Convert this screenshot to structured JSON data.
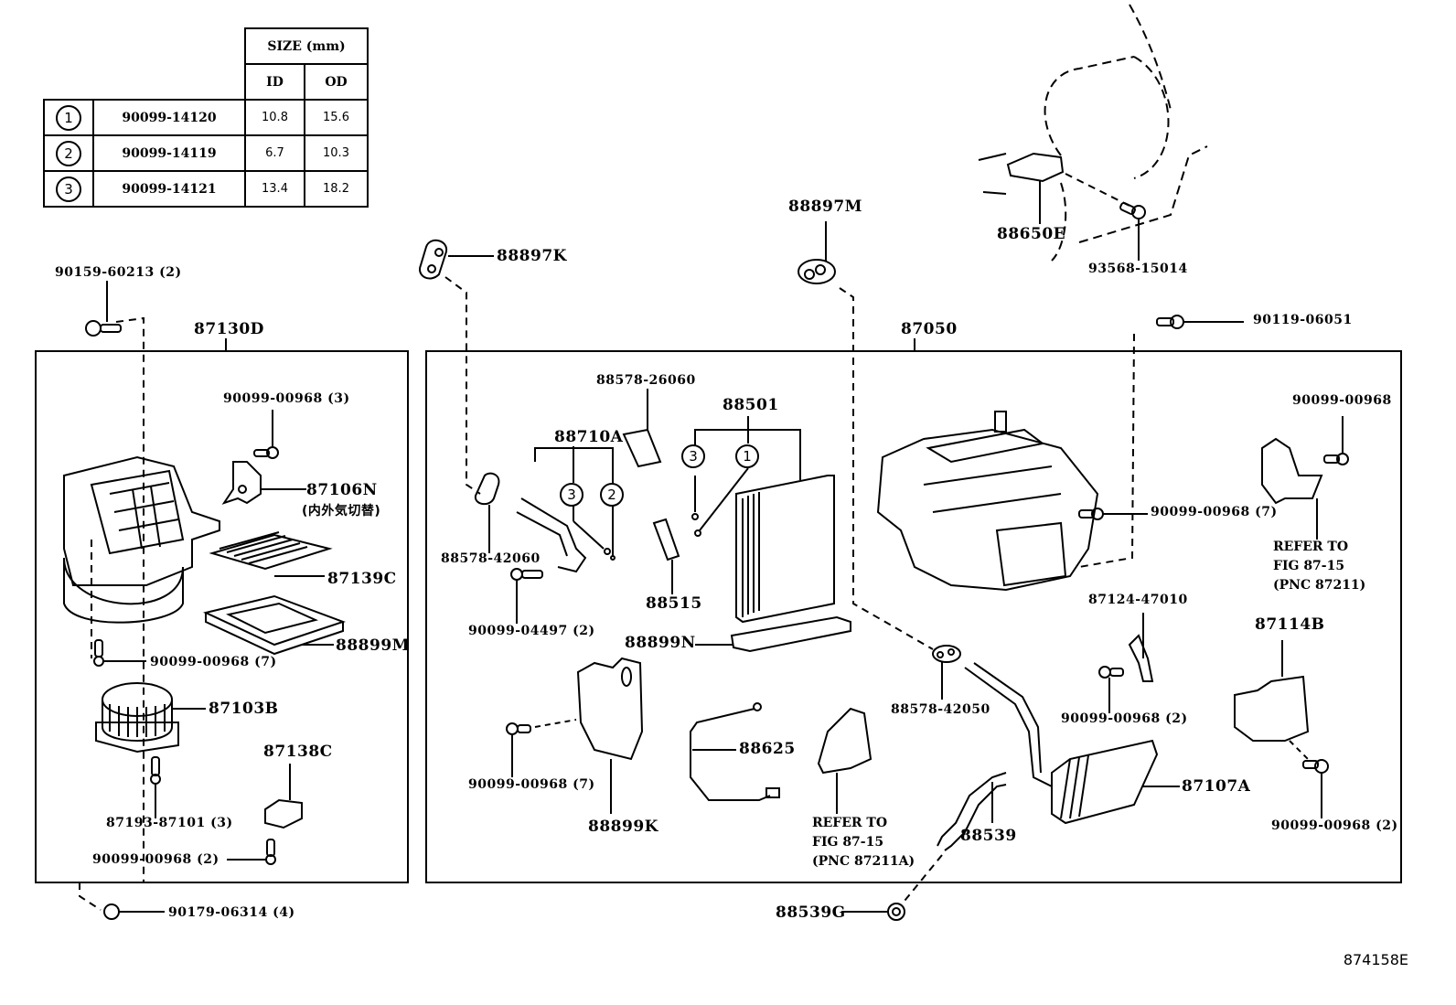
{
  "figure_id": "874158E",
  "size_table": {
    "header_size": "SIZE (mm)",
    "header_id": "ID",
    "header_od": "OD",
    "rows": [
      {
        "ref": "1",
        "part": "90099-14120",
        "id": "10.8",
        "od": "15.6"
      },
      {
        "ref": "2",
        "part": "90099-14119",
        "id": "6.7",
        "od": "10.3"
      },
      {
        "ref": "3",
        "part": "90099-14121",
        "id": "13.4",
        "od": "18.2"
      }
    ]
  },
  "left_group": {
    "assembly": "87130D",
    "labels": {
      "bolt_top": "90159-60213 (2)",
      "screw_servo": "90099-00968 (3)",
      "servo": "87106N",
      "servo_note": "(内外気切替)",
      "filter": "87139C",
      "filter_case": "88899M",
      "screw_case": "90099-00968 (7)",
      "blower_motor": "87103B",
      "blower_screw": "87193-87101 (3)",
      "resistor": "87138C",
      "resistor_screw": "90099-00968 (2)",
      "nut_bottom": "90179-06314 (4)"
    }
  },
  "middle_group": {
    "assembly": "87050",
    "labels": {
      "packing_top": "88897K",
      "packing_top2": "88897M",
      "tape": "88578-26060",
      "evaporator": "88501",
      "exp_valve": "88710A",
      "packing_plate": "88578-42060",
      "exp_bolt": "90099-04497 (2)",
      "thermistor": "88515",
      "drain_tray": "88899N",
      "damper_servo": "88899K",
      "servo_screw": "90099-00968 (7)",
      "sensor_wire": "88625",
      "refer_note_a": "REFER TO\nFIG 87-15\n(PNC 87211A)",
      "drain_hose": "88539",
      "drain_grommet": "88539G",
      "packing_plate2": "88578-42050",
      "heater_core": "87107A",
      "clamp": "87124-47010",
      "clamp_screw": "90099-00968 (2)",
      "case_screw": "90099-00968 (7)",
      "case_bolt_top": "90119-06051",
      "duct_screw": "90099-00968",
      "refer_note_b": "REFER TO\nFIG 87-15\n(PNC 87211)",
      "amp_bracket": "87114B",
      "amp_screw": "90099-00968 (2)"
    },
    "circle_refs": [
      "3",
      "2",
      "3",
      "1"
    ]
  },
  "top_right": {
    "amplifier": "88650E",
    "screw": "93568-15014"
  }
}
